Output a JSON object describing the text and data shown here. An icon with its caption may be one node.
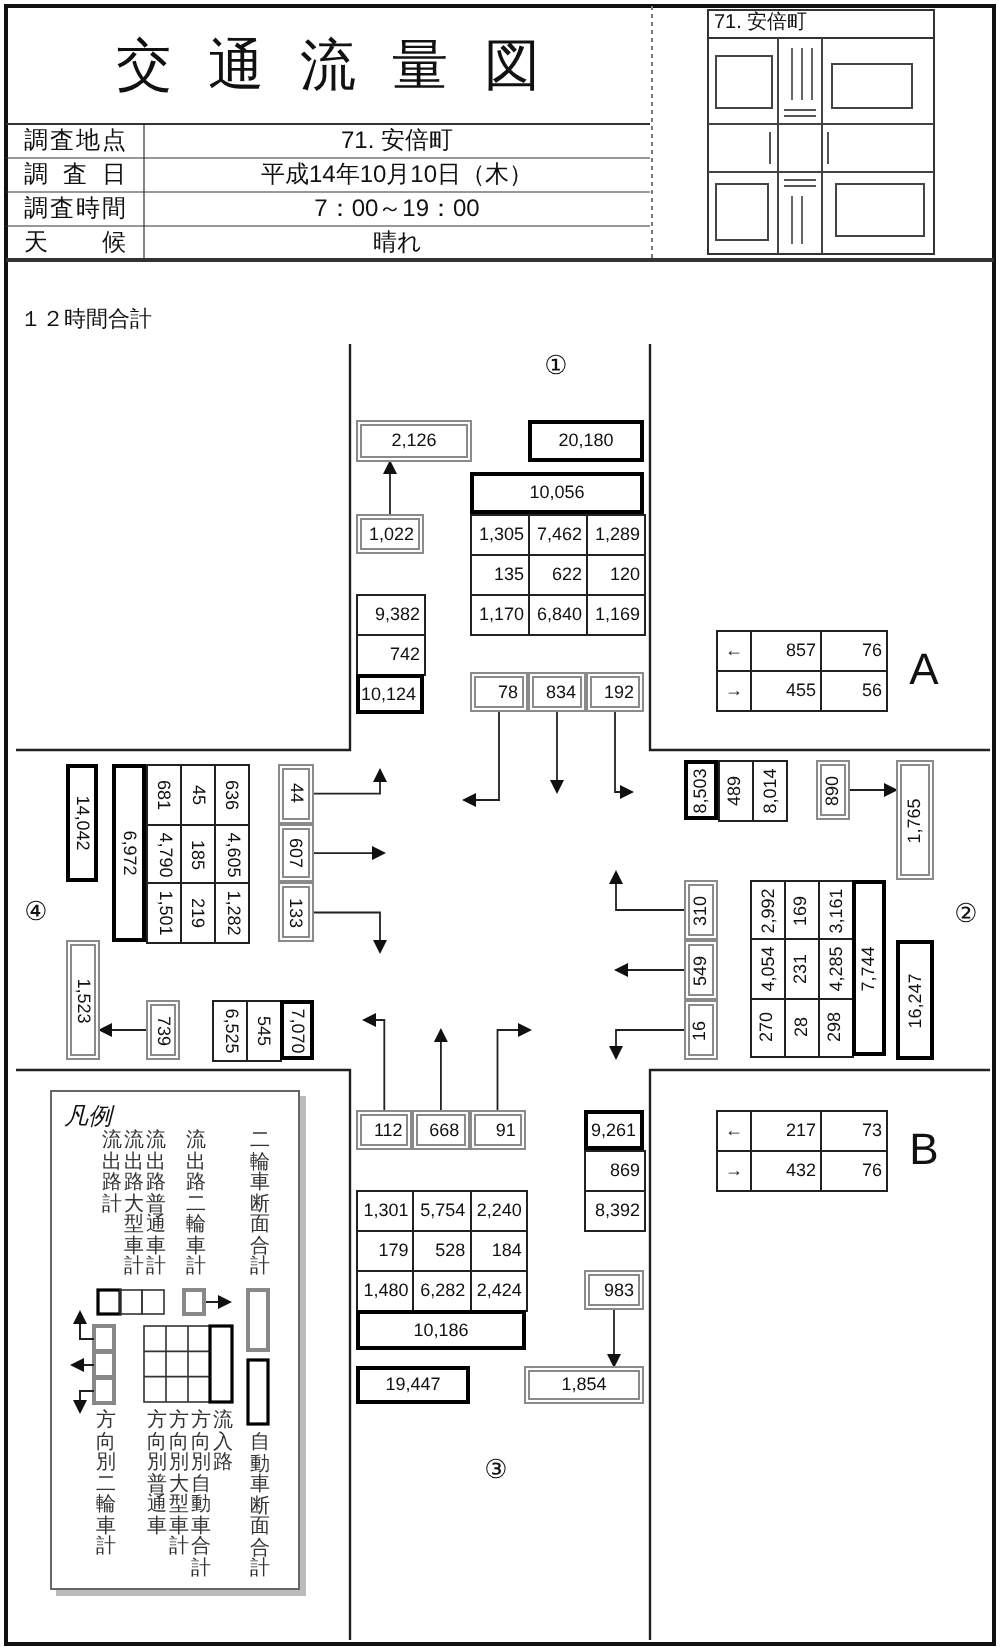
{
  "diagram": {
    "title": "交通流量図",
    "nodes": [
      {
        "text": [
          "2,126"
        ]
      },
      {
        "text": [
          "20,180"
        ]
      },
      {
        "text": [
          "10,056"
        ]
      },
      {
        "text": [
          "1,022"
        ]
      },
      {
        "text": [
          "1,305"
        ]
      },
      {
        "text": [
          "7,462"
        ]
      },
      {
        "text": [
          "1,289"
        ]
      },
      {
        "text": [
          "135"
        ]
      },
      {
        "text": [
          "622"
        ]
      },
      {
        "text": [
          "120"
        ]
      },
      {
        "text": [
          "1,170"
        ]
      },
      {
        "text": [
          "6,840"
        ]
      },
      {
        "text": [
          "1,169"
        ]
      },
      {
        "text": [
          "9,382"
        ]
      },
      {
        "text": [
          "742"
        ]
      },
      {
        "text": [
          "10,124"
        ]
      },
      {
        "text": [
          "78"
        ]
      },
      {
        "text": [
          "834"
        ]
      },
      {
        "text": [
          "192"
        ]
      },
      {
        "text": [
          "←"
        ]
      },
      {
        "text": [
          "857"
        ]
      },
      {
        "text": [
          "76"
        ]
      },
      {
        "text": [
          "→"
        ]
      },
      {
        "text": [
          "455"
        ]
      },
      {
        "text": [
          "56"
        ]
      },
      {
        "text": [
          "14,042"
        ]
      },
      {
        "text": [
          "6,972"
        ]
      },
      {
        "text": [
          "681"
        ]
      },
      {
        "text": [
          "4,790"
        ]
      },
      {
        "text": [
          "1,501"
        ]
      },
      {
        "text": [
          "45"
        ]
      },
      {
        "text": [
          "185"
        ]
      },
      {
        "text": [
          "219"
        ]
      },
      {
        "text": [
          "636"
        ]
      },
      {
        "text": [
          "4,605"
        ]
      },
      {
        "text": [
          "1,282"
        ]
      },
      {
        "text": [
          "44"
        ]
      },
      {
        "text": [
          "607"
        ]
      },
      {
        "text": [
          "133"
        ]
      },
      {
        "text": [
          "1,523"
        ]
      },
      {
        "text": [
          "739"
        ]
      },
      {
        "text": [
          "6,525"
        ]
      },
      {
        "text": [
          "545"
        ]
      },
      {
        "text": [
          "7,070"
        ]
      },
      {
        "text": [
          "8,503"
        ]
      },
      {
        "text": [
          "489"
        ]
      },
      {
        "text": [
          "8,014"
        ]
      },
      {
        "text": [
          "890"
        ]
      },
      {
        "text": [
          "1,765"
        ]
      },
      {
        "text": [
          "310"
        ]
      },
      {
        "text": [
          "549"
        ]
      },
      {
        "text": [
          "16"
        ]
      },
      {
        "text": [
          "2,992"
        ]
      },
      {
        "text": [
          "4,054"
        ]
      },
      {
        "text": [
          "270"
        ]
      },
      {
        "text": [
          "169"
        ]
      },
      {
        "text": [
          "231"
        ]
      },
      {
        "text": [
          "28"
        ]
      },
      {
        "text": [
          "3,161"
        ]
      },
      {
        "text": [
          "4,285"
        ]
      },
      {
        "text": [
          "298"
        ]
      },
      {
        "text": [
          "7,744"
        ]
      },
      {
        "text": [
          "16,247"
        ]
      },
      {
        "text": [
          "←"
        ]
      },
      {
        "text": [
          "217"
        ]
      },
      {
        "text": [
          "73"
        ]
      },
      {
        "text": [
          "→"
        ]
      },
      {
        "text": [
          "432"
        ]
      },
      {
        "text": [
          "76"
        ]
      },
      {
        "text": [
          "112"
        ]
      },
      {
        "text": [
          "668"
        ]
      },
      {
        "text": [
          "91"
        ]
      },
      {
        "text": [
          "9,261"
        ]
      },
      {
        "text": [
          "869"
        ]
      },
      {
        "text": [
          "8,392"
        ]
      },
      {
        "text": [
          "1,301"
        ]
      },
      {
        "text": [
          "5,754"
        ]
      },
      {
        "text": [
          "2,240"
        ]
      },
      {
        "text": [
          "179"
        ]
      },
      {
        "text": [
          "528"
        ]
      },
      {
        "text": [
          "184"
        ]
      },
      {
        "text": [
          "1,480"
        ]
      },
      {
        "text": [
          "6,282"
        ]
      },
      {
        "text": [
          "2,424"
        ]
      },
      {
        "text": [
          "983"
        ]
      },
      {
        "text": [
          "10,186"
        ]
      },
      {
        "text": [
          "19,447"
        ]
      },
      {
        "text": [
          "1,854"
        ]
      }
    ],
    "edges": [
      {
        "from": 3,
        "to": 0,
        "arrow": "to"
      },
      {
        "from": 84,
        "to": 87,
        "arrow": "to"
      },
      {
        "from": 47,
        "to": 48,
        "arrow": "to"
      },
      {
        "from": 40,
        "to": 39,
        "arrow": "to"
      },
      {
        "from": 16,
        "to": null,
        "arrow": "to"
      },
      {
        "from": 17,
        "to": null,
        "arrow": "to"
      },
      {
        "from": 18,
        "to": null,
        "arrow": "to"
      },
      {
        "from": 36,
        "to": null,
        "arrow": "to"
      },
      {
        "from": 37,
        "to": null,
        "arrow": "to"
      },
      {
        "from": 38,
        "to": null,
        "arrow": "to"
      },
      {
        "from": 49,
        "to": null,
        "arrow": "to"
      },
      {
        "from": 50,
        "to": null,
        "arrow": "to"
      },
      {
        "from": 51,
        "to": null,
        "arrow": "to"
      },
      {
        "from": 69,
        "to": null,
        "arrow": "to"
      },
      {
        "from": 70,
        "to": null,
        "arrow": "to"
      },
      {
        "from": 71,
        "to": null,
        "arrow": "to"
      }
    ],
    "labels": [
      "調査地点",
      "71. 安倍町",
      "調査日",
      "平成14年10月10日（木）",
      "調査時間",
      "7：00～19：00",
      "天候",
      "晴れ",
      "71. 安倍町",
      "１２時間合計",
      "①",
      "A",
      "④",
      "②",
      "B",
      "③",
      "凡例"
    ],
    "legend": [
      {
        "text": "流出路計"
      },
      {
        "text": "流出路大型車計"
      },
      {
        "text": "流出路普通車計"
      },
      {
        "text": "流出路二輪車計"
      },
      {
        "text": "二輪車断面合計"
      },
      {
        "text": "方向別二輪車計"
      },
      {
        "text": "方向別普通車"
      },
      {
        "text": "方向別大型車計"
      },
      {
        "text": "方向別自動車合計"
      },
      {
        "text": "流入路"
      },
      {
        "text": "自動車断面合計"
      }
    ]
  }
}
